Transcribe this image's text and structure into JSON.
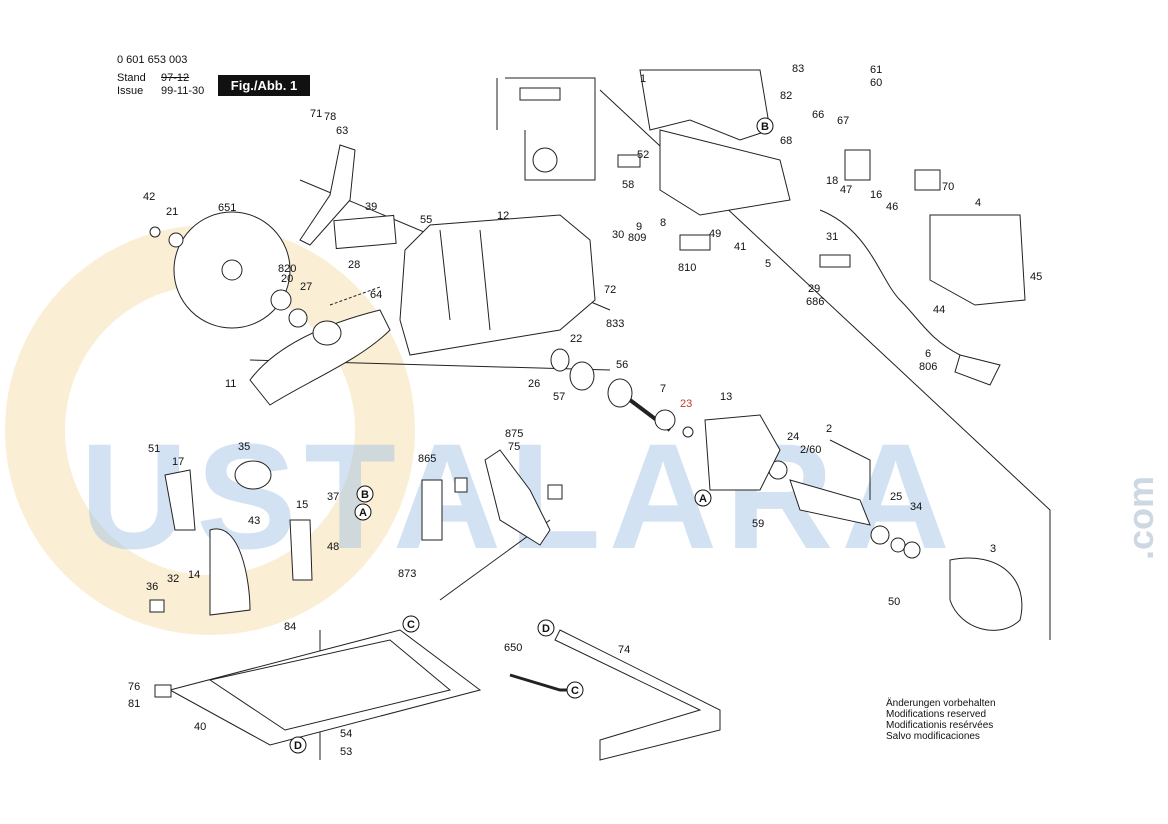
{
  "header": {
    "doc_number": "0 601 653 003",
    "stand_label": "Stand",
    "stand_value": "97-12",
    "issue_label": "Issue",
    "issue_value": "99-11-30",
    "figure_label": "Fig./Abb. 1"
  },
  "watermark": {
    "text": "USTALARA",
    "suffix": ".com",
    "color": "#7aa7d6",
    "accent_color": "#f2c46a"
  },
  "notes": [
    "Änderungen vorbehalten",
    "Modifications reserved",
    "Modificationis resérvées",
    "Salvo modificaciones"
  ],
  "part_labels": [
    "1",
    "2",
    "2/60",
    "3",
    "4",
    "5",
    "6",
    "7",
    "8",
    "9",
    "11",
    "12",
    "13",
    "14",
    "15",
    "16",
    "17",
    "18",
    "20",
    "21",
    "22",
    "23",
    "24",
    "25",
    "26",
    "27",
    "28",
    "29",
    "30",
    "31",
    "32",
    "34",
    "35",
    "36",
    "37",
    "39",
    "40",
    "41",
    "42",
    "43",
    "44",
    "45",
    "46",
    "47",
    "48",
    "49",
    "50",
    "51",
    "52",
    "53",
    "54",
    "55",
    "56",
    "57",
    "58",
    "59",
    "61",
    "60",
    "63",
    "64",
    "66",
    "67",
    "68",
    "70",
    "71",
    "72",
    "74",
    "75",
    "76",
    "78",
    "81",
    "82",
    "83",
    "84",
    "806",
    "809",
    "810",
    "820",
    "833",
    "865",
    "873",
    "875",
    "650",
    "651",
    "686"
  ],
  "callouts": [
    "A",
    "B",
    "C",
    "D"
  ]
}
